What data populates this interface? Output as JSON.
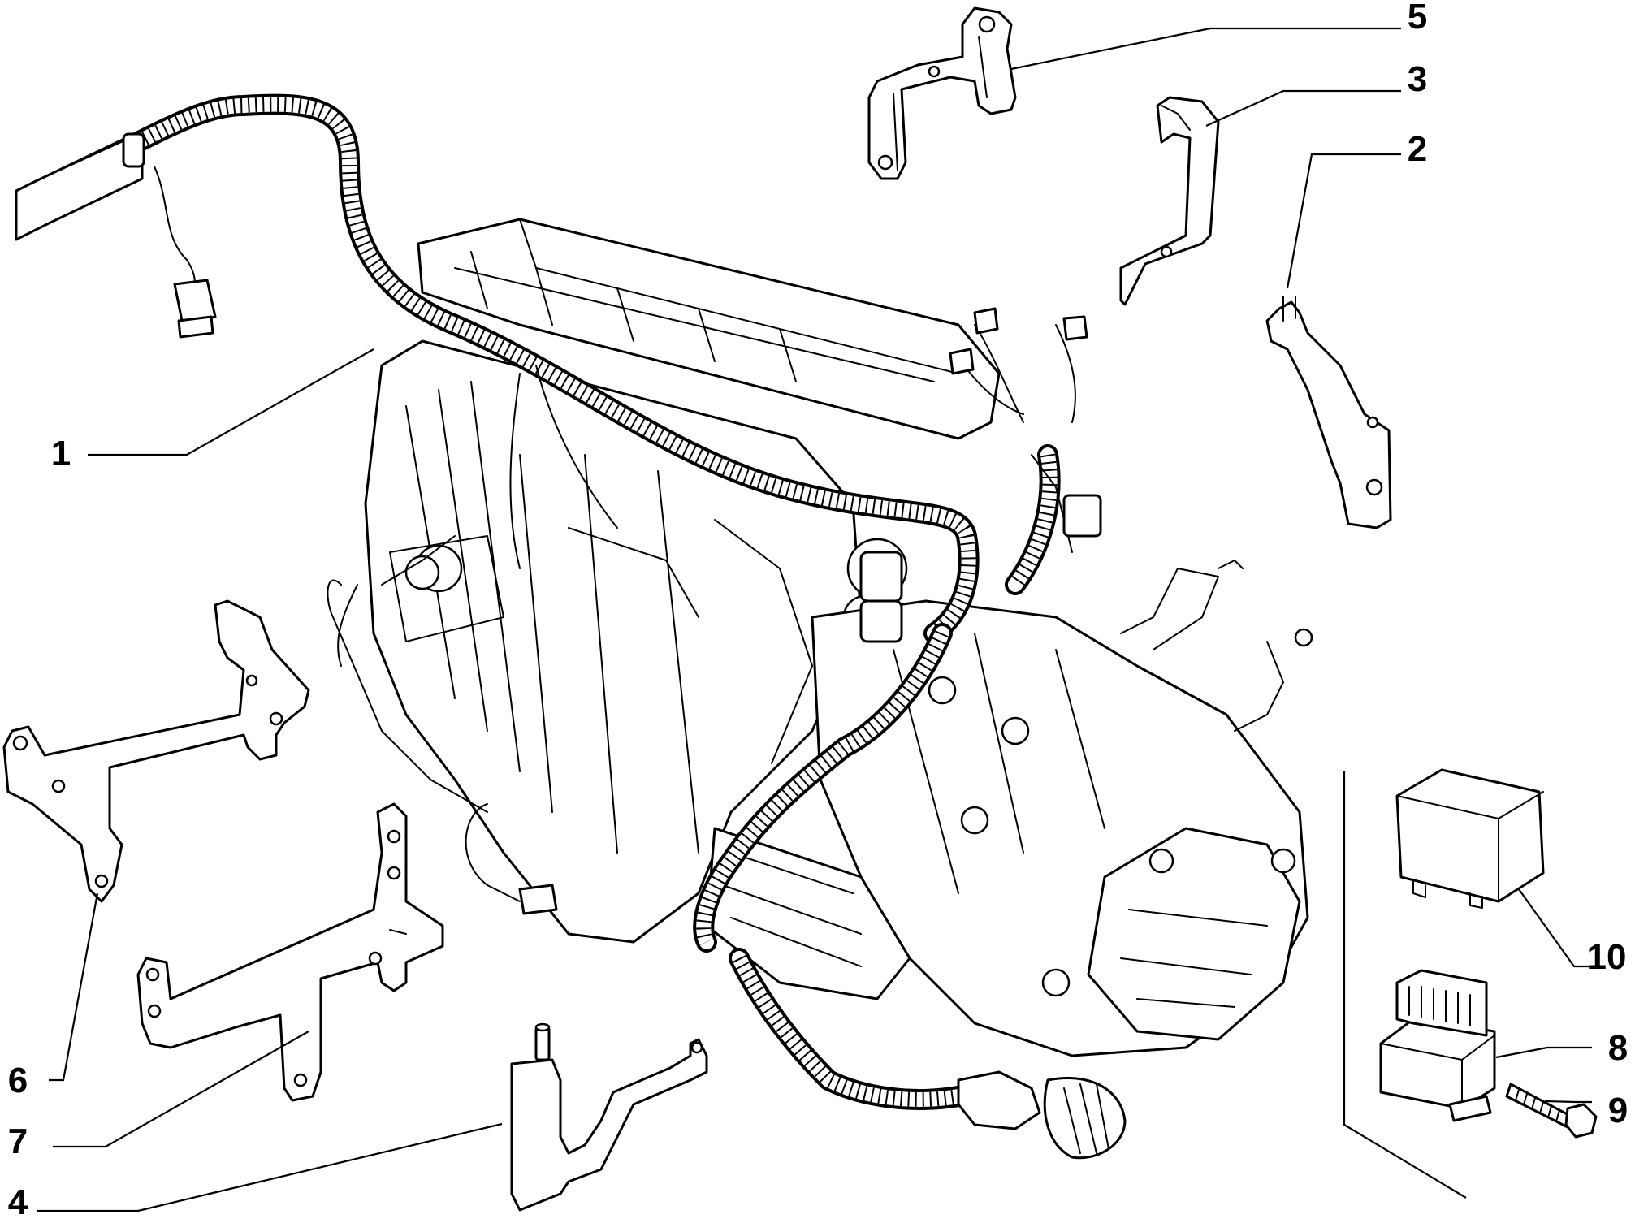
{
  "callouts": [
    {
      "id": "1",
      "label": "1"
    },
    {
      "id": "2",
      "label": "2"
    },
    {
      "id": "3",
      "label": "3"
    },
    {
      "id": "4",
      "label": "4"
    },
    {
      "id": "5",
      "label": "5"
    },
    {
      "id": "6",
      "label": "6"
    },
    {
      "id": "7",
      "label": "7"
    },
    {
      "id": "8",
      "label": "8"
    },
    {
      "id": "9",
      "label": "9"
    },
    {
      "id": "10",
      "label": "10"
    }
  ],
  "colors": {
    "line": "#000000",
    "background": "#ffffff"
  }
}
